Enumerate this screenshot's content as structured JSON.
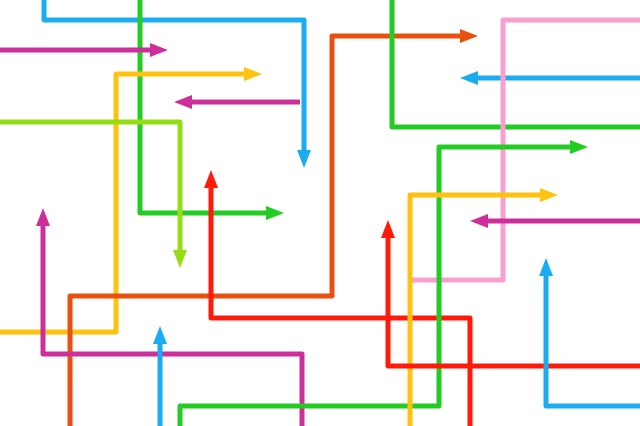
{
  "colors": {
    "background": "#ffffff",
    "blue": "#1aabf0",
    "green": "#22cc22",
    "magenta": "#cc2f9a",
    "orange": "#e8500f",
    "yellow": "#ffc20e",
    "lime": "#96dc14",
    "red": "#ff1a0a",
    "pink": "#f99fd0"
  },
  "arrows": [
    {
      "id": "blue-top-down",
      "color": "blue",
      "direction": "down",
      "arrowhead": "end"
    },
    {
      "id": "green-long-down-right",
      "color": "green",
      "direction": "right",
      "arrowhead": "end"
    },
    {
      "id": "magenta-top-right",
      "color": "magenta",
      "direction": "right",
      "arrowhead": "end"
    },
    {
      "id": "yellow-left-up-right",
      "color": "yellow",
      "direction": "right",
      "arrowhead": "end"
    },
    {
      "id": "magenta-short-left",
      "color": "magenta",
      "direction": "left",
      "arrowhead": "end"
    },
    {
      "id": "lime-right-down",
      "color": "lime",
      "direction": "down",
      "arrowhead": "end"
    },
    {
      "id": "orange-long-route",
      "color": "orange",
      "direction": "right",
      "arrowhead": "end"
    },
    {
      "id": "red-center-up",
      "color": "red",
      "direction": "up",
      "arrowhead": "end"
    },
    {
      "id": "magenta-left-up",
      "color": "magenta",
      "direction": "up",
      "arrowhead": "end"
    },
    {
      "id": "blue-bottom-up",
      "color": "blue",
      "direction": "up",
      "arrowhead": "end"
    },
    {
      "id": "green-right-bracket",
      "color": "green",
      "direction": "none",
      "arrowhead": "none"
    },
    {
      "id": "blue-right-left",
      "color": "blue",
      "direction": "left",
      "arrowhead": "end"
    },
    {
      "id": "pink-hook",
      "color": "pink",
      "direction": "none",
      "arrowhead": "none"
    },
    {
      "id": "green-bottom-right",
      "color": "green",
      "direction": "right",
      "arrowhead": "end"
    },
    {
      "id": "yellow-bottom-right",
      "color": "yellow",
      "direction": "right",
      "arrowhead": "end"
    },
    {
      "id": "magenta-right-left",
      "color": "magenta",
      "direction": "left",
      "arrowhead": "end"
    },
    {
      "id": "red-right-up",
      "color": "red",
      "direction": "up",
      "arrowhead": "end"
    },
    {
      "id": "blue-far-right-up",
      "color": "blue",
      "direction": "up",
      "arrowhead": "end"
    }
  ]
}
